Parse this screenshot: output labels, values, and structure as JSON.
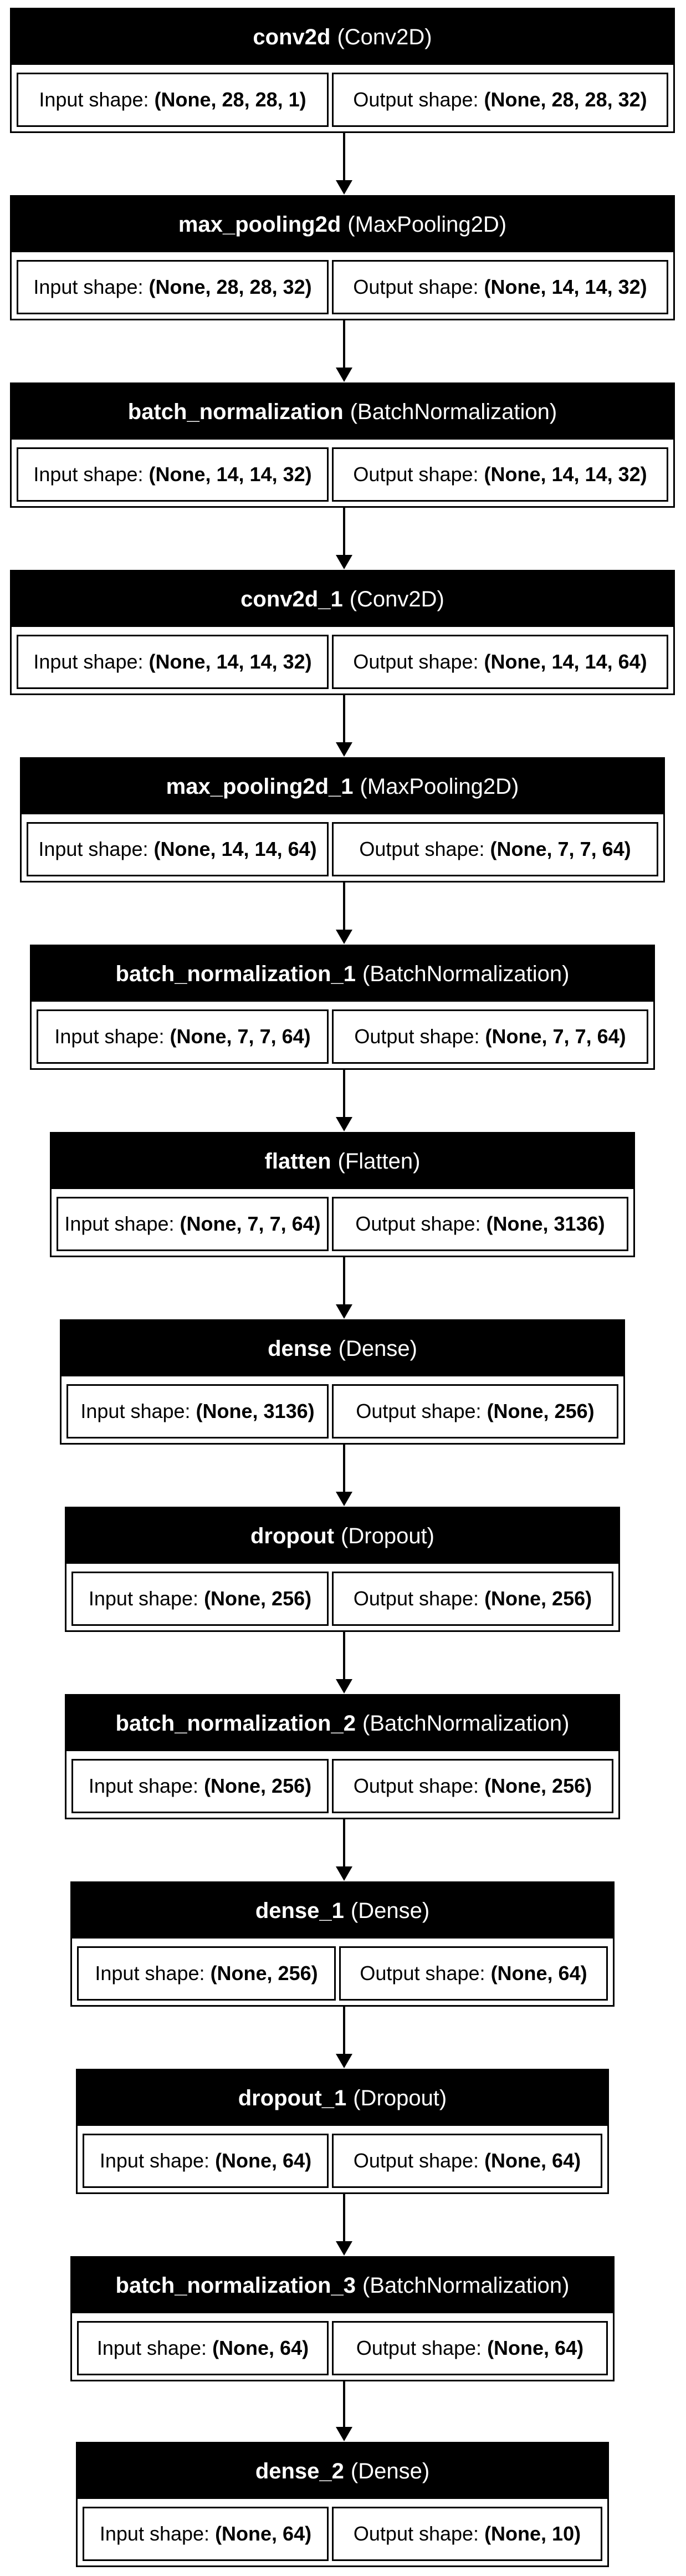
{
  "labels": {
    "input": "Input shape:",
    "output": "Output shape:"
  },
  "layers": [
    {
      "name": "conv2d",
      "type": "(Conv2D)",
      "input": "(None, 28, 28, 1)",
      "output": "(None, 28, 28, 32)"
    },
    {
      "name": "max_pooling2d",
      "type": "(MaxPooling2D)",
      "input": "(None, 28, 28, 32)",
      "output": "(None, 14, 14, 32)"
    },
    {
      "name": "batch_normalization",
      "type": "(BatchNormalization)",
      "input": "(None, 14, 14, 32)",
      "output": "(None, 14, 14, 32)"
    },
    {
      "name": "conv2d_1",
      "type": "(Conv2D)",
      "input": "(None, 14, 14, 32)",
      "output": "(None, 14, 14, 64)"
    },
    {
      "name": "max_pooling2d_1",
      "type": "(MaxPooling2D)",
      "input": "(None, 14, 14, 64)",
      "output": "(None, 7, 7, 64)"
    },
    {
      "name": "batch_normalization_1",
      "type": "(BatchNormalization)",
      "input": "(None, 7, 7, 64)",
      "output": "(None, 7, 7, 64)"
    },
    {
      "name": "flatten",
      "type": "(Flatten)",
      "input": "(None, 7, 7, 64)",
      "output": "(None, 3136)"
    },
    {
      "name": "dense",
      "type": "(Dense)",
      "input": "(None, 3136)",
      "output": "(None, 256)"
    },
    {
      "name": "dropout",
      "type": "(Dropout)",
      "input": "(None, 256)",
      "output": "(None, 256)"
    },
    {
      "name": "batch_normalization_2",
      "type": "(BatchNormalization)",
      "input": "(None, 256)",
      "output": "(None, 256)"
    },
    {
      "name": "dense_1",
      "type": "(Dense)",
      "input": "(None, 256)",
      "output": "(None, 64)"
    },
    {
      "name": "dropout_1",
      "type": "(Dropout)",
      "input": "(None, 64)",
      "output": "(None, 64)"
    },
    {
      "name": "batch_normalization_3",
      "type": "(BatchNormalization)",
      "input": "(None, 64)",
      "output": "(None, 64)"
    },
    {
      "name": "dense_2",
      "type": "(Dense)",
      "input": "(None, 64)",
      "output": "(None, 10)"
    }
  ]
}
